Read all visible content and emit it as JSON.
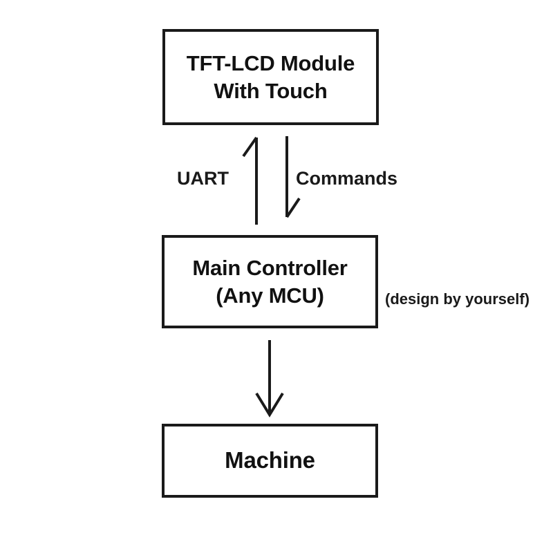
{
  "diagram": {
    "title": "TFT-LCD Module system block diagram",
    "background_color": "#ffffff",
    "stroke_color": "#1a1a1a",
    "nodes": [
      {
        "id": "lcd",
        "label_line_1": "TFT-LCD Module",
        "label_line_2": "With Touch"
      },
      {
        "id": "mcu",
        "label_line_1": "Main Controller",
        "label_line_2": "(Any MCU)"
      },
      {
        "id": "machine",
        "label_line_1": "Machine"
      }
    ],
    "edges": [
      {
        "id": "mcu-to-lcd",
        "label": "UART",
        "direction": "up",
        "from": "mcu",
        "to": "lcd",
        "arrowhead": "half-left"
      },
      {
        "id": "lcd-to-mcu",
        "label": "Commands",
        "direction": "down",
        "from": "lcd",
        "to": "mcu",
        "arrowhead": "half-right"
      },
      {
        "id": "mcu-to-machine",
        "label": "",
        "direction": "down",
        "from": "mcu",
        "to": "machine",
        "arrowhead": "full"
      }
    ],
    "annotations": [
      {
        "id": "design-note",
        "text": "(design by yourself)",
        "attached_to": "mcu"
      }
    ]
  }
}
